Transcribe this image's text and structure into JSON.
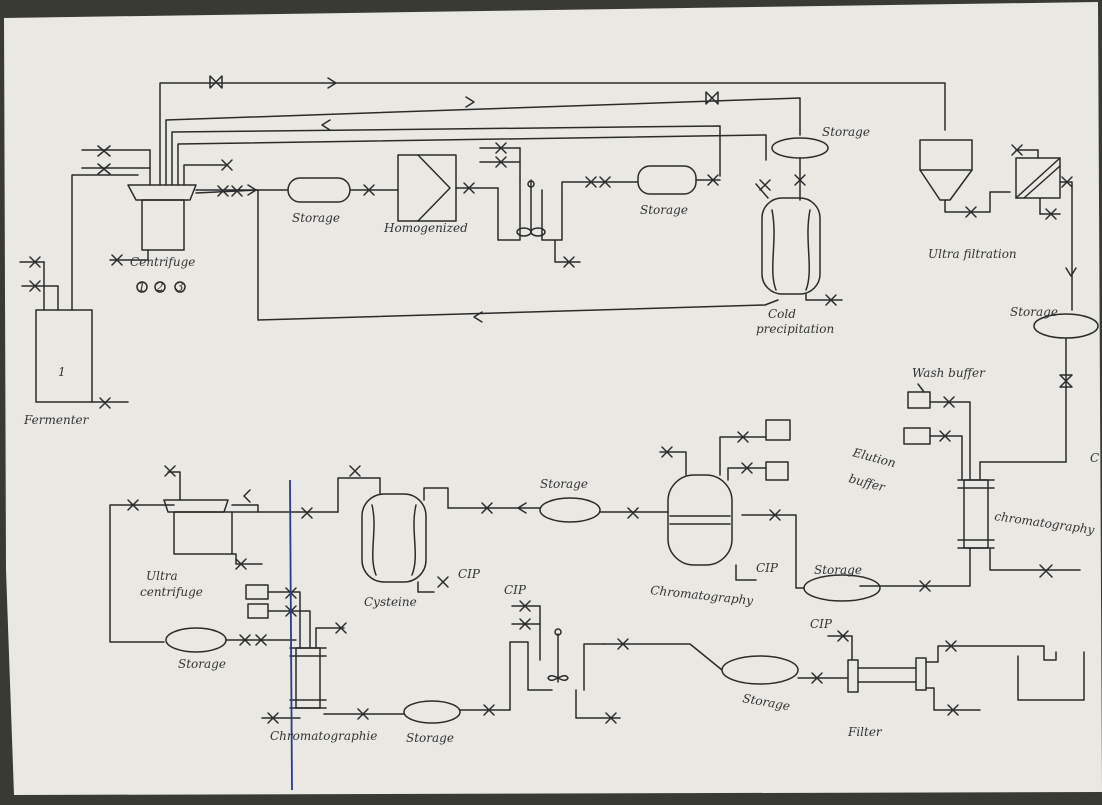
{
  "diagram": {
    "labels": {
      "fermenter": "Fermenter",
      "fermenter_number": "1",
      "centrifuge": "Centrifuge",
      "centrifuge_steps": [
        "1",
        "2",
        "3"
      ],
      "storage": "Storage",
      "homogenizer": "Homogenized",
      "storage_top_right": "Storage",
      "cold_precipitation_line1": "Cold",
      "cold_precipitation_line2": "precipitation",
      "ultrafiltration": "Ultra filtration",
      "storage_right": "Storage",
      "wash_buffer": "Wash buffer",
      "elution_buffer_line1": "Elution",
      "elution_buffer_line2": "buffer",
      "chromatography_right": "chromatography",
      "storage_mid": "Storage",
      "chromatography_mid": "Chromatography",
      "cip": "CIP",
      "storage_centre": "Storage",
      "cysteine": "Cysteine",
      "ultra_centrifuge_line1": "Ultra",
      "ultra_centrifuge_line2": "centrifuge",
      "storage_lower_left": "Storage",
      "chromatography_lower": "Chromatographie",
      "storage_lower_mid": "Storage",
      "storage_lower_right": "Storage",
      "filter": "Filter",
      "stray_c": "C"
    }
  }
}
